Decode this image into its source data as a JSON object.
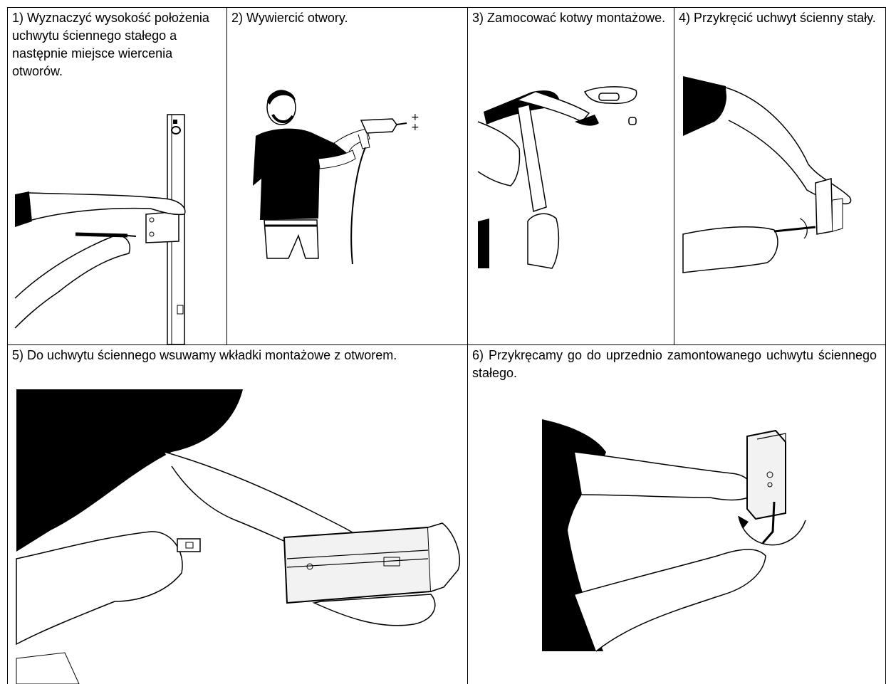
{
  "steps": [
    {
      "number": "1)",
      "text": "1) Wyznaczyć wysokość położenia uchwytu ściennego stałego a następnie miejsce wiercenia otworów.",
      "illustration": "marking-wall-bracket-position"
    },
    {
      "number": "2)",
      "text": "2) Wywiercić otwory.",
      "illustration": "drilling-holes"
    },
    {
      "number": "3)",
      "text": "3) Zamocować kotwy montażowe.",
      "illustration": "hammering-anchors"
    },
    {
      "number": "4)",
      "text": "4) Przykręcić uchwyt ścienny stały.",
      "illustration": "screwing-fixed-bracket"
    },
    {
      "number": "5)",
      "text": "5) Do uchwytu ściennego wsuwamy wkładki montażowe z otworem.",
      "illustration": "inserting-mounting-inserts"
    },
    {
      "number": "6)",
      "text": "6) Przykręcamy go do uprzednio zamontowanego uchwytu ściennego stałego.",
      "illustration": "screwing-to-mounted-bracket"
    }
  ],
  "colors": {
    "border": "#000000",
    "figure": "#000000",
    "skin": "#ffffff",
    "metal": "#f2f2f2"
  }
}
